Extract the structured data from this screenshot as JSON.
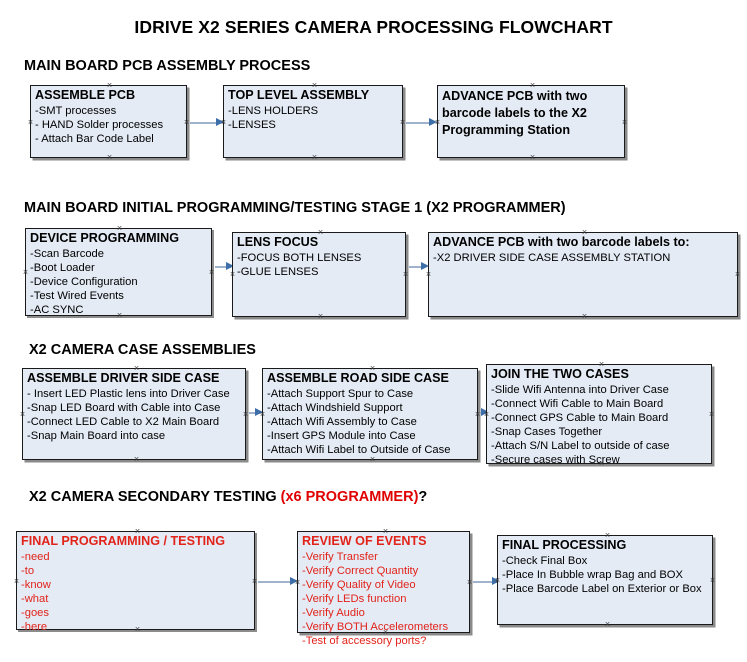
{
  "document": {
    "title": "IDRIVE X2  SERIES CAMERA PROCESSING FLOWCHART"
  },
  "sections": [
    {
      "id": "main-board-pcb-assembly",
      "heading": "MAIN BOARD PCB ASSEMBLY PROCESS",
      "heading_red": "",
      "heading_suffix": ""
    },
    {
      "id": "main-board-initial-programming",
      "heading": "MAIN BOARD INITIAL PROGRAMMING/TESTING STAGE 1 (X2 PROGRAMMER)",
      "heading_red": "",
      "heading_suffix": ""
    },
    {
      "id": "x2-camera-case-assemblies",
      "heading": "X2 CAMERA CASE ASSEMBLIES",
      "heading_red": "",
      "heading_suffix": ""
    },
    {
      "id": "x2-camera-secondary-testing",
      "heading": "X2 CAMERA SECONDARY TESTING ",
      "heading_red": "(x6 PROGRAMMER)",
      "heading_suffix": "?"
    }
  ],
  "boxes": {
    "assemble_pcb": {
      "title": "ASSEMBLE PCB",
      "lines": [
        "-SMT processes",
        "- HAND Solder processes",
        "- Attach Bar Code Label"
      ]
    },
    "top_level_assembly": {
      "title": "TOP LEVEL ASSEMBLY",
      "lines": [
        "-LENS HOLDERS",
        "-LENSES"
      ]
    },
    "advance_pcb_programming_station": {
      "title": "ADVANCE PCB with two barcode labels to the  X2 Programming Station",
      "lines": []
    },
    "device_programming": {
      "title": "DEVICE PROGRAMMING",
      "lines": [
        "-Scan Barcode",
        "-Boot Loader",
        "-Device Configuration",
        "-Test Wired Events",
        "-AC SYNC"
      ]
    },
    "lens_focus": {
      "title": "LENS FOCUS",
      "lines": [
        "-FOCUS BOTH LENSES",
        "-GLUE LENSES"
      ]
    },
    "advance_pcb_driver_side": {
      "title": "ADVANCE PCB with two barcode labels to:",
      "lines": [
        "-X2 DRIVER  SIDE  CASE  ASSEMBLY STATION"
      ]
    },
    "assemble_driver_side_case": {
      "title": "ASSEMBLE DRIVER SIDE CASE",
      "lines": [
        "- Insert LED Plastic lens into Driver Case",
        "-Snap LED Board with Cable into Case",
        "-Connect LED Cable to X2 Main Board",
        "-Snap Main Board into case"
      ]
    },
    "assemble_road_side_case": {
      "title": "ASSEMBLE ROAD SIDE CASE",
      "lines": [
        "-Attach Support Spur to Case",
        "-Attach Windshield Support",
        "-Attach Wifi Assembly to Case",
        "-Insert GPS Module into Case",
        "-Attach Wifi Label to Outside of Case"
      ]
    },
    "join_the_two_cases": {
      "title": "JOIN THE TWO CASES",
      "lines": [
        "-Slide Wifi Antenna into Driver Case",
        "-Connect Wifi Cable to Main Board",
        "-Connect GPS Cable to Main Board",
        "-Snap Cases Together",
        "-Attach S/N Label to outside of case",
        "-Secure cases with Screw"
      ]
    },
    "final_programming_testing": {
      "title": "FINAL PROGRAMMING / TESTING",
      "lines": [
        "-need",
        "-to",
        "-know",
        "-what",
        "-goes",
        "-here"
      ]
    },
    "review_of_events": {
      "title": "REVIEW OF EVENTS",
      "lines": [
        "-Verify Transfer",
        "-Verify Correct Quantity",
        "-Verify Quality of Video",
        "-Verify LEDs function",
        "-Verify Audio",
        "-Verify BOTH Accelerometers",
        "-Test of accessory ports?"
      ]
    },
    "final_processing": {
      "title": "FINAL PROCESSING",
      "lines": [
        " -Check Final Box",
        "-Place In Bubble wrap Bag and BOX",
        "-Place Barcode Label on Exterior or Box"
      ]
    }
  },
  "colors": {
    "box_fill": "#e4ebf5",
    "box_border": "#1a1a1a",
    "connector_line": "#9fb4cc",
    "arrow_head": "#3d6ea8",
    "red_accent": "#e2231a",
    "heading_red": "#e00000",
    "text": "#000000",
    "background": "#ffffff"
  }
}
